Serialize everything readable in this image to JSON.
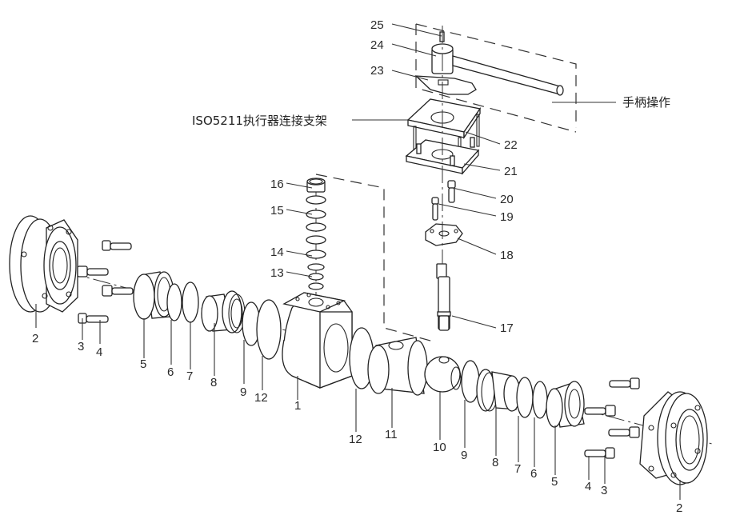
{
  "title": "Ball valve exploded view",
  "callouts": {
    "handle_operation": "手柄操作",
    "iso_bracket": "ISO5211执行器连接支架"
  },
  "part_numbers": {
    "p1": "1",
    "p2_left": "2",
    "p2_right": "2",
    "p3_left": "3",
    "p3_right": "3",
    "p4_left": "4",
    "p4_right": "4",
    "p5_left": "5",
    "p5_right": "5",
    "p6_left": "6",
    "p6_right": "6",
    "p7_left": "7",
    "p7_right": "7",
    "p8_left": "8",
    "p8_right": "8",
    "p9_left": "9",
    "p9_right": "9",
    "p10": "10",
    "p11": "11",
    "p12_left": "12",
    "p12_right": "12",
    "p13": "13",
    "p14": "14",
    "p15": "15",
    "p16": "16",
    "p17": "17",
    "p18": "18",
    "p19": "19",
    "p20": "20",
    "p21": "21",
    "p22": "22",
    "p23": "23",
    "p24": "24",
    "p25": "25"
  }
}
